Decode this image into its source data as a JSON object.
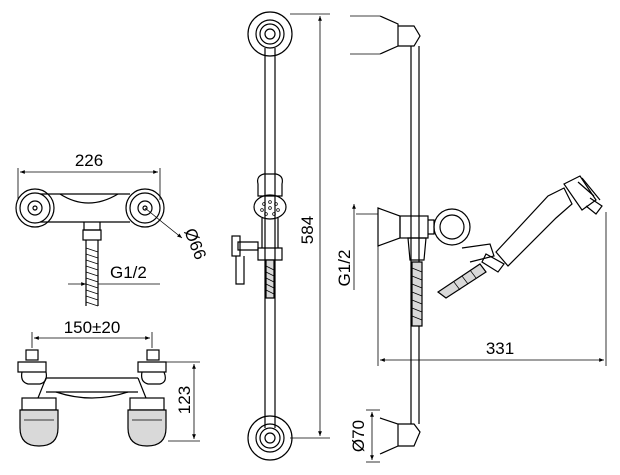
{
  "dimensions": {
    "width_226": "226",
    "diameter_66": "Ø66",
    "thread_g12_mixer": "G1/2",
    "spacing_150": "150±20",
    "height_123": "123",
    "height_584": "584",
    "thread_g12_side": "G1/2",
    "length_331": "331",
    "diameter_70": "Ø70"
  }
}
